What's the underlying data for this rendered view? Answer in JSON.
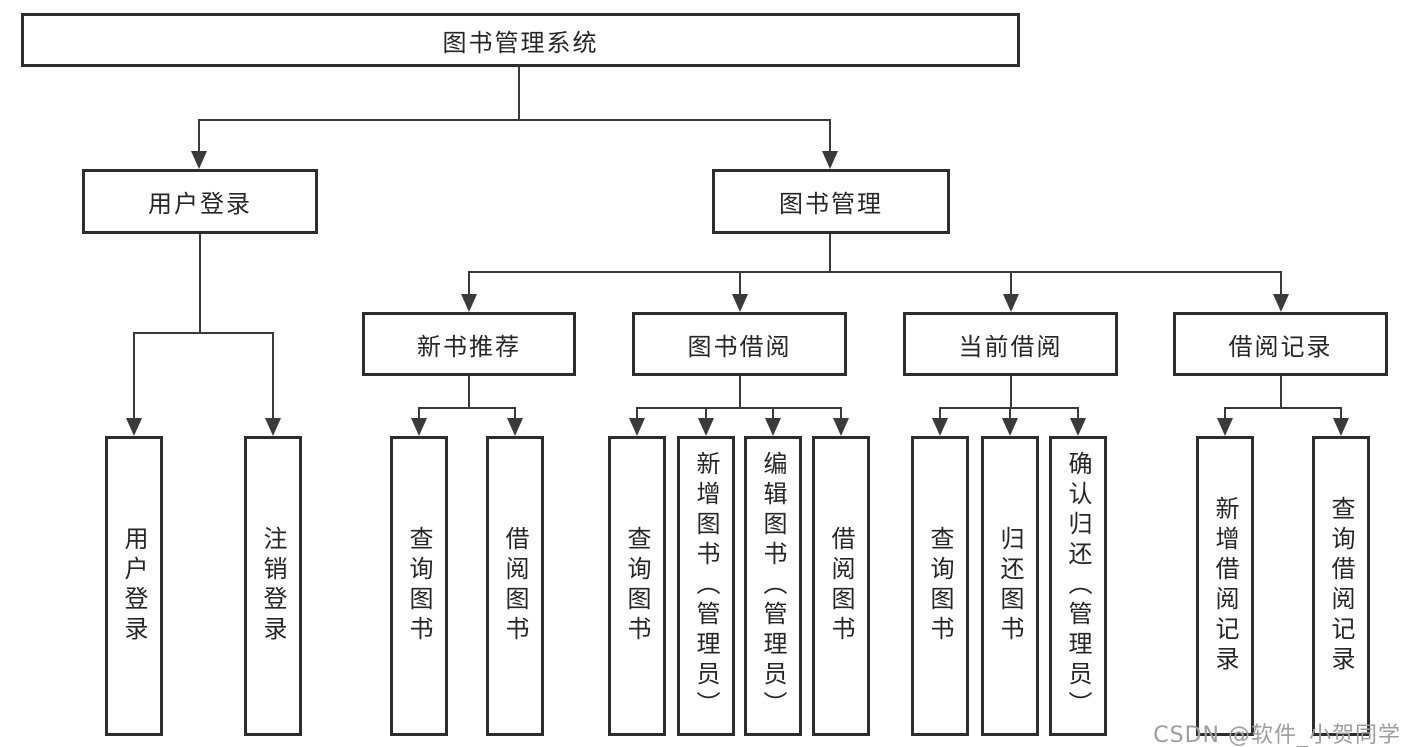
{
  "diagram_title": "图书管理系统",
  "nodes": {
    "root": {
      "label": "图书管理系统"
    },
    "level2": [
      {
        "label": "用户登录",
        "parent": "图书管理系统"
      },
      {
        "label": "图书管理",
        "parent": "图书管理系统"
      }
    ],
    "level3": [
      {
        "label": "新书推荐",
        "parent": "图书管理"
      },
      {
        "label": "图书借阅",
        "parent": "图书管理"
      },
      {
        "label": "当前借阅",
        "parent": "图书管理"
      },
      {
        "label": "借阅记录",
        "parent": "图书管理"
      }
    ],
    "leaves": [
      {
        "label": "用户登录",
        "parent": "用户登录"
      },
      {
        "label": "注销登录",
        "parent": "用户登录"
      },
      {
        "label": "查询图书",
        "parent": "新书推荐"
      },
      {
        "label": "借阅图书",
        "parent": "新书推荐"
      },
      {
        "label": "查询图书",
        "parent": "图书借阅"
      },
      {
        "label": "新增图书（管理员）",
        "parent": "图书借阅"
      },
      {
        "label": "编辑图书（管理员）",
        "parent": "图书借阅"
      },
      {
        "label": "借阅图书",
        "parent": "图书借阅"
      },
      {
        "label": "查询图书",
        "parent": "当前借阅"
      },
      {
        "label": "归还图书",
        "parent": "当前借阅"
      },
      {
        "label": "确认归还（管理员）",
        "parent": "当前借阅"
      },
      {
        "label": "新增借阅记录",
        "parent": "借阅记录"
      },
      {
        "label": "查询借阅记录",
        "parent": "借阅记录"
      }
    ]
  },
  "watermark": {
    "text": "CSDN @软件_小贺同学"
  },
  "colors": {
    "line": "#3a3a3a",
    "box_border": "#2d2d2d",
    "text": "#262626",
    "background": "#ffffff",
    "watermark": "#9e9e9e"
  }
}
